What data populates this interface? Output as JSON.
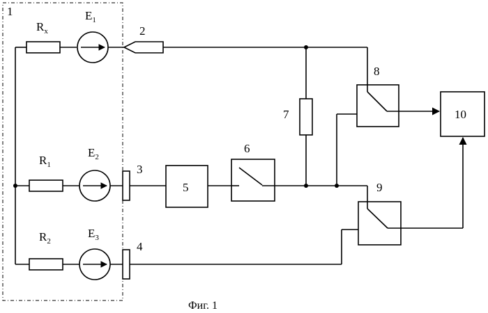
{
  "labels": {
    "block1": "1",
    "probe2": "2",
    "probe3": "3",
    "probe4": "4",
    "block5": "5",
    "switch6": "6",
    "resistor7": "7",
    "switch8": "8",
    "switch9": "9",
    "block10": "10"
  },
  "components": {
    "rx": {
      "main": "R",
      "sub": "x"
    },
    "r1": {
      "main": "R",
      "sub": "1"
    },
    "r2": {
      "main": "R",
      "sub": "2"
    },
    "e1": {
      "main": "E",
      "sub": "1"
    },
    "e2": {
      "main": "E",
      "sub": "2"
    },
    "e3": {
      "main": "E",
      "sub": "3"
    }
  },
  "caption": "Фиг. 1"
}
